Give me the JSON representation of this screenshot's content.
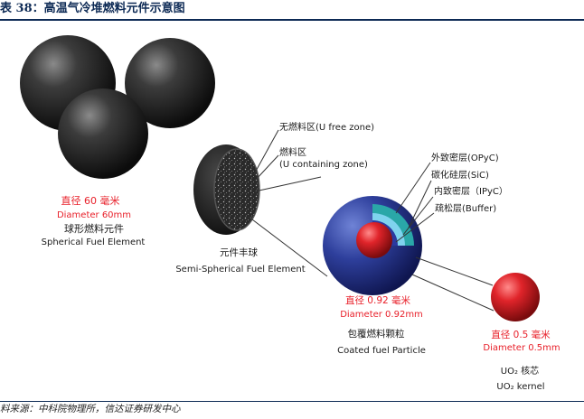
{
  "header": {
    "title": "表 38：高温气冷堆燃料元件示意图"
  },
  "footer": {
    "source": "料来源：中科院物理所，信达证券研发中心"
  },
  "diagram": {
    "spherical": {
      "diameter_cn": "直径 60 毫米",
      "diameter_en": "Diameter 60mm",
      "name_cn": "球形燃料元件",
      "name_en": "Spherical Fuel Element"
    },
    "semi": {
      "name_cn": "元件丰球",
      "name_en": "Semi-Spherical Fuel Element",
      "zone_free": "无燃料区(U free zone)",
      "zone_fuel_cn": "燃料区",
      "zone_fuel_en": "(U containing zone)"
    },
    "coated": {
      "diameter_cn": "直径 0.92 毫米",
      "diameter_en": "Diameter 0.92mm",
      "name_cn": "包覆燃料颗粒",
      "name_en": "Coated fuel Particle",
      "layers": [
        "外致密层(OPyC)",
        "碳化硅层(SiC)",
        "内致密层（IPyC）",
        "疏松层(Buffer)"
      ]
    },
    "kernel": {
      "diameter_cn": "直径  0.5 毫米",
      "diameter_en": "Diameter 0.5mm",
      "name_cn": "UO₂ 核芯",
      "name_en": "UO₂ kernel"
    }
  }
}
